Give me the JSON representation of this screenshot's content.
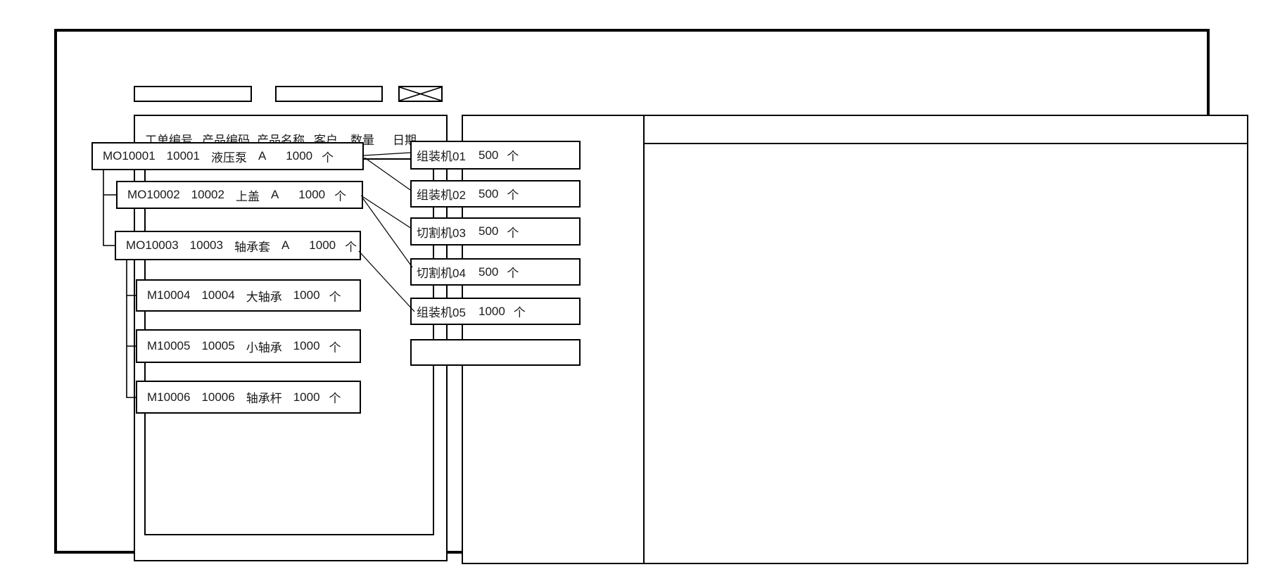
{
  "colors": {
    "line": "#000000",
    "background": "#ffffff"
  },
  "icons": {
    "close": "crossed-box-icon"
  },
  "toolbar": {
    "field1_value": "",
    "field2_value": ""
  },
  "left_panel": {
    "columns": [
      "工单编号",
      "产品编码",
      "产品名称",
      "客户",
      "数量",
      "日期"
    ],
    "work_orders": [
      {
        "order_no": "MO10001",
        "product_code": "10001",
        "product_name": "液压泵",
        "customer": "A",
        "quantity": "1000",
        "unit": "个"
      },
      {
        "order_no": "MO10002",
        "product_code": "10002",
        "product_name": "上盖",
        "customer": "A",
        "quantity": "1000",
        "unit": "个"
      },
      {
        "order_no": "MO10003",
        "product_code": "10003",
        "product_name": "轴承套",
        "customer": "A",
        "quantity": "1000",
        "unit": "个"
      },
      {
        "order_no": "M10004",
        "product_code": "10004",
        "product_name": "大轴承",
        "customer": "",
        "quantity": "1000",
        "unit": "个"
      },
      {
        "order_no": "M10005",
        "product_code": "10005",
        "product_name": "小轴承",
        "customer": "",
        "quantity": "1000",
        "unit": "个"
      },
      {
        "order_no": "M10006",
        "product_code": "10006",
        "product_name": "轴承杆",
        "customer": "",
        "quantity": "1000",
        "unit": "个"
      }
    ]
  },
  "machine_panel": {
    "note_dot": ".",
    "machines": [
      {
        "name": "组装机01",
        "quantity": "500",
        "unit": "个"
      },
      {
        "name": "组装机02",
        "quantity": "500",
        "unit": "个"
      },
      {
        "name": "切割机03",
        "quantity": "500",
        "unit": "个"
      },
      {
        "name": "切割机04",
        "quantity": "500",
        "unit": "个"
      },
      {
        "name": "组装机05",
        "quantity": "1000",
        "unit": "个"
      },
      {
        "name": "",
        "quantity": "",
        "unit": ""
      }
    ]
  },
  "right_panel": {
    "content": ""
  }
}
